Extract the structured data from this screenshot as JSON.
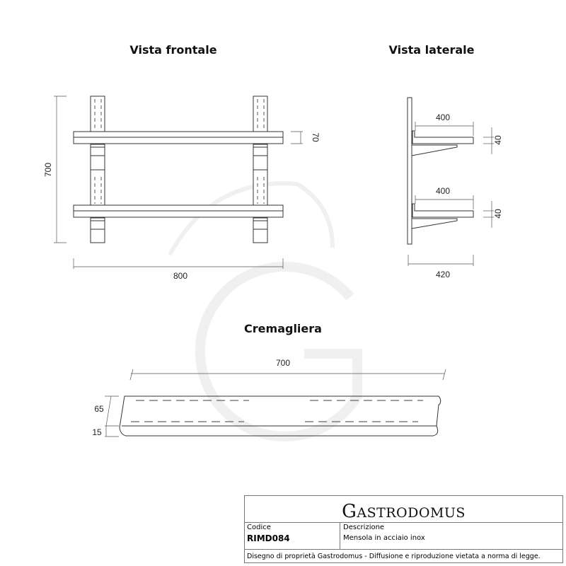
{
  "views": {
    "front": {
      "title": "Vista frontale",
      "dims": {
        "height": "700",
        "width": "800",
        "shelf_thickness": "70"
      }
    },
    "side": {
      "title": "Vista laterale",
      "dims": {
        "upper_depth": "400",
        "upper_thickness": "40",
        "lower_depth": "400",
        "lower_thickness": "40",
        "total_depth": "420"
      }
    },
    "rack": {
      "title": "Cremagliera",
      "dims": {
        "length": "700",
        "height": "65",
        "lip": "15"
      }
    }
  },
  "title_block": {
    "brand_initial": "G",
    "brand_rest": "ASTRODOMUS",
    "code_label": "Codice",
    "code_value": "RIMD084",
    "description_label": "Descrizione",
    "description_value": "Mensola in acciaio inox",
    "footer": "Disegno di proprietà Gastrodomus -  Diffusione e riproduzione vietata a norma di legge."
  }
}
